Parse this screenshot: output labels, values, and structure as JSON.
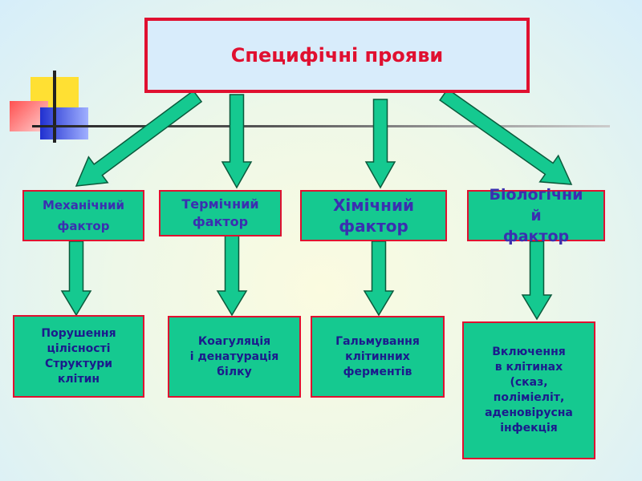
{
  "diagram": {
    "title": "Специфічні прояви",
    "factors": [
      {
        "label": "Механічний\nфактор"
      },
      {
        "label": "Термічний\nфактор"
      },
      {
        "label": "Хімічний\nфактор"
      },
      {
        "label": "Біологічни\nй\nфактор"
      }
    ],
    "effects": [
      {
        "label": "Порушення\nцілісності\nСтруктури\nклітин"
      },
      {
        "label": "Коагуляція\nі денатурація\nбілку"
      },
      {
        "label": "Гальмування\nклітинних\nферментів"
      },
      {
        "label": "Включення\nв клітинах\n(сказ,\nполіміеліт,\nаденовірусна\nінфекція"
      }
    ]
  },
  "colors": {
    "title_text": "#e01030",
    "title_fill": "#d8ecfb",
    "box_fill": "#15c990",
    "box_border": "#e01030",
    "factor_text": "#3b2fb0",
    "effect_text": "#1b1b8c",
    "arrow_fill": "#15c990",
    "arrow_stroke": "#0b5a3c"
  }
}
